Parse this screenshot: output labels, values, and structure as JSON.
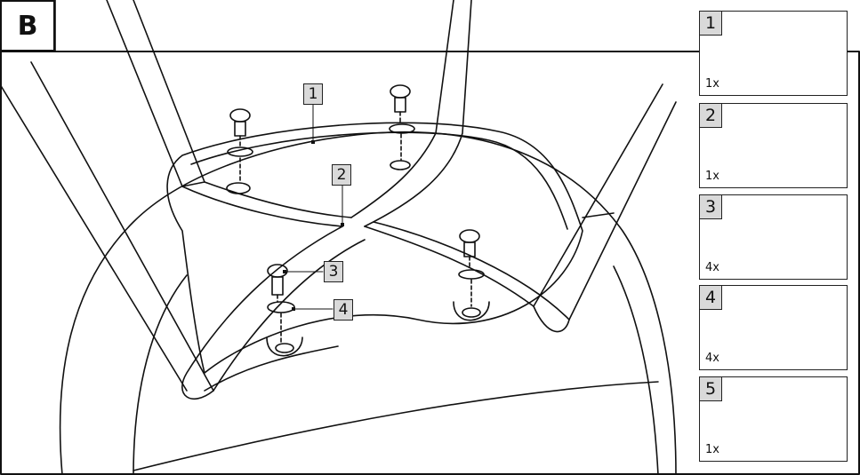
{
  "step": {
    "label": "B"
  },
  "callouts": [
    {
      "id": "c1",
      "label": "1"
    },
    {
      "id": "c2",
      "label": "2"
    },
    {
      "id": "c3",
      "label": "3"
    },
    {
      "id": "c4",
      "label": "4"
    }
  ],
  "parts": [
    {
      "number": "1",
      "qty": "1x",
      "icon": "chair-seat-icon"
    },
    {
      "number": "2",
      "qty": "1x",
      "icon": "chair-frame-icon"
    },
    {
      "number": "3",
      "qty": "4x",
      "icon": "hex-screw-icon"
    },
    {
      "number": "4",
      "qty": "4x",
      "icon": "washer-icon"
    },
    {
      "number": "5",
      "qty": "1x",
      "icon": "allen-key-icon"
    }
  ]
}
